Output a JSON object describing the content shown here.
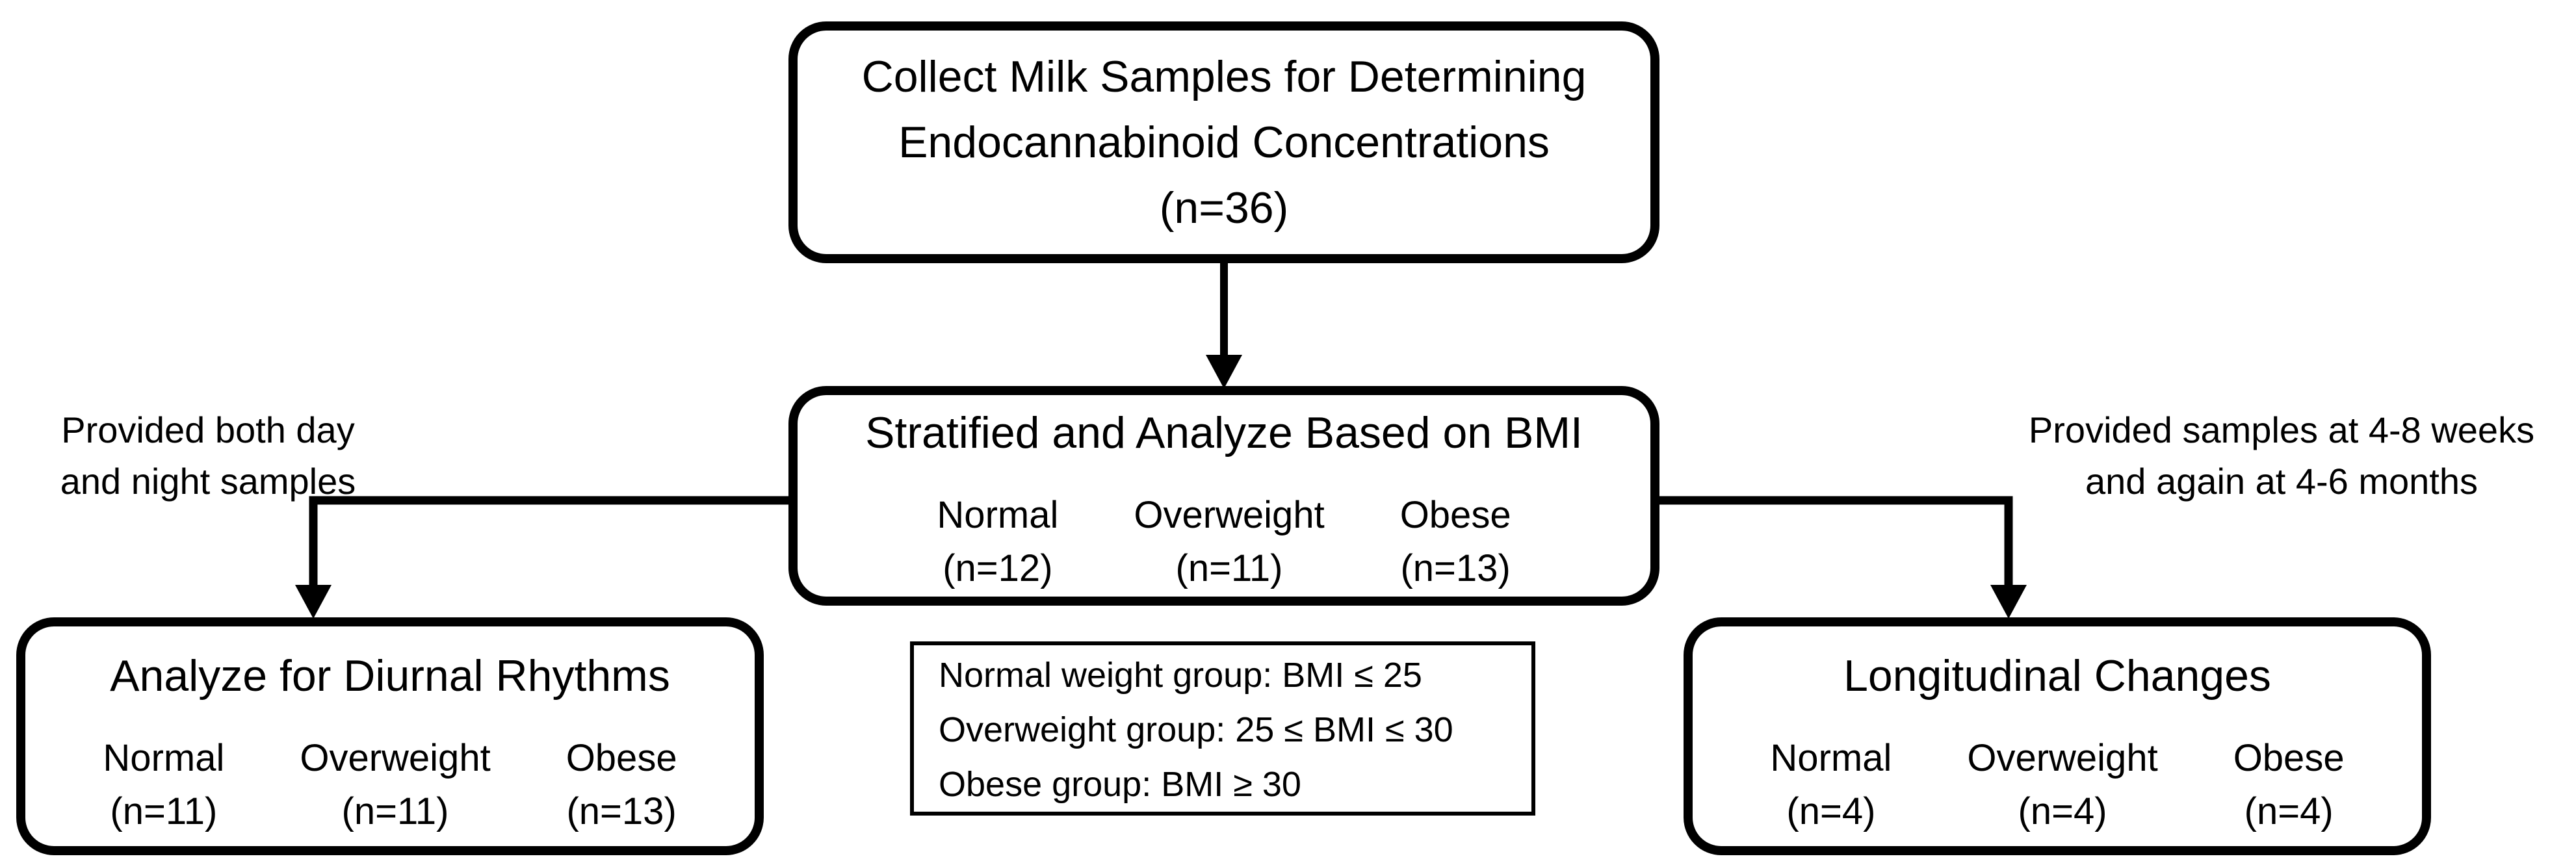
{
  "colors": {
    "ink": "#000000",
    "paper": "#ffffff"
  },
  "top_box": {
    "line1": "Collect Milk Samples for Determining",
    "line2": "Endocannabinoid Concentrations",
    "line3": "(n=36)"
  },
  "middle_box": {
    "title": "Stratified and Analyze Based on BMI",
    "groups": [
      {
        "name": "Normal",
        "count": "(n=12)"
      },
      {
        "name": "Overweight",
        "count": "(n=11)"
      },
      {
        "name": "Obese",
        "count": "(n=13)"
      }
    ]
  },
  "left_note": {
    "line1": "Provided both day",
    "line2": "and night samples"
  },
  "right_note": {
    "line1": "Provided samples at 4-8 weeks",
    "line2": "and again at 4-6 months"
  },
  "left_box": {
    "title": "Analyze for Diurnal Rhythms",
    "groups": [
      {
        "name": "Normal",
        "count": "(n=11)"
      },
      {
        "name": "Overweight",
        "count": "(n=11)"
      },
      {
        "name": "Obese",
        "count": "(n=13)"
      }
    ]
  },
  "right_box": {
    "title": "Longitudinal Changes",
    "groups": [
      {
        "name": "Normal",
        "count": "(n=4)"
      },
      {
        "name": "Overweight",
        "count": "(n=4)"
      },
      {
        "name": "Obese",
        "count": "(n=4)"
      }
    ]
  },
  "legend_box": {
    "line1": "Normal weight group: BMI ≤ 25",
    "line2": "Overweight group: 25 ≤ BMI ≤ 30",
    "line3": "Obese group: BMI ≥ 30"
  }
}
